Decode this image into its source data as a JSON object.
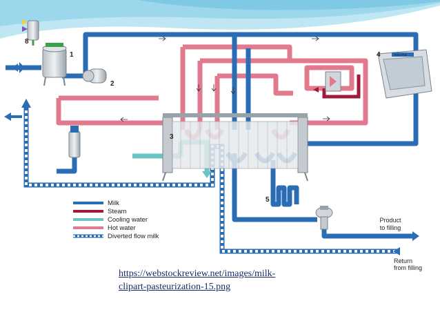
{
  "colors": {
    "milk": "#2a6db5",
    "steam": "#a01a3a",
    "cooling_water": "#6cc3c4",
    "hot_water": "#e07a8c",
    "diverted": "#2a6db5",
    "header_wave": "#9fd8ec",
    "caption_text": "#1a2a66"
  },
  "diagram": {
    "numbers": [
      "1",
      "2",
      "3",
      "4",
      "5",
      "8"
    ],
    "labels": {
      "product": [
        "Product",
        "to filling"
      ],
      "return": [
        "Return",
        "from filling"
      ],
      "machine_brand": "Tetra Pak"
    },
    "legend": [
      {
        "label": "Milk",
        "style": "milk"
      },
      {
        "label": "Steam",
        "style": "steam"
      },
      {
        "label": "Cooling water",
        "style": "cooling_water"
      },
      {
        "label": "Hot water",
        "style": "hot_water"
      },
      {
        "label": "Diverted flow milk",
        "style": "diverted"
      }
    ]
  },
  "caption": {
    "line1": "https://webstockreview.net/images/milk-",
    "line2": "clipart-pasteurization-15.png"
  }
}
